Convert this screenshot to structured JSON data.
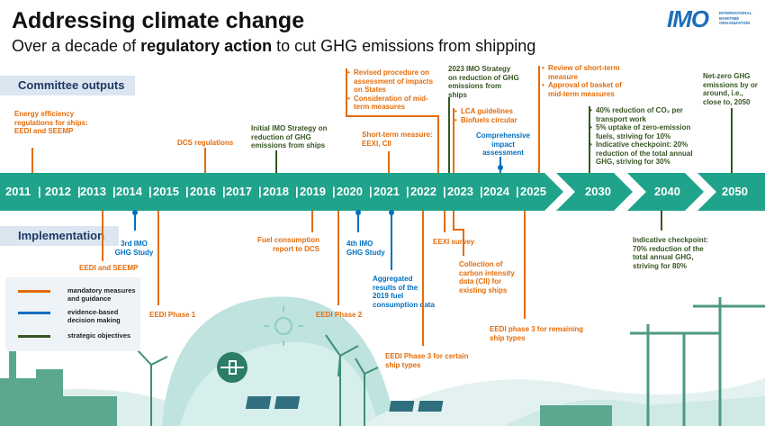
{
  "header": {
    "title": "Addressing climate change",
    "subtitle_pre": "Over a decade of ",
    "subtitle_bold": "regulatory action",
    "subtitle_post": " to cut GHG emissions from shipping"
  },
  "logo": {
    "text": "IMO",
    "org_lines": [
      "INTERNATIONAL",
      "MARITIME",
      "ORGANIZATION"
    ]
  },
  "sections": {
    "committee": "Committee outputs",
    "implementation": "Implementation"
  },
  "timeline": {
    "years": [
      "2011",
      "2012",
      "2013",
      "2014",
      "2015",
      "2016",
      "2017",
      "2018",
      "2019",
      "2020",
      "2021",
      "2022",
      "2023",
      "2024",
      "2025"
    ],
    "milestones": [
      "2030",
      "2040",
      "2050"
    ]
  },
  "committee_outputs": {
    "eedi_seemp": "Energy efficiency regulations for ships: EEDI and SEEMP",
    "dcs": "DCS regulations",
    "initial_strategy": "Initial IMO Strategy on reduction of GHG emissions from ships",
    "short_term": "Short-term measure: EEXI, CII",
    "revised_procedure": "Revised procedure on assessment of impacts on States",
    "mid_term": "Consideration of mid-term measures",
    "strategy_2023": "2023 IMO Strategy on reduction of GHG emissions from ships",
    "lca": "LCA guidelines",
    "biofuels": "Biofuels circular",
    "comprehensive": "Comprehensive impact assessment",
    "review_short": "Review of short-term measure",
    "approval_basket": "Approval of basket of mid-term measures",
    "goal_2030_a": "40% reduction of CO₂ per transport work",
    "goal_2030_b": "5% uptake of zero-emission fuels, striving for 10%",
    "goal_2030_c": "Indicative checkpoint: 20% reduction of the total annual GHG, striving for 30%",
    "net_zero": "Net-zero GHG emissions by or around, i.e., close to, 2050"
  },
  "implementation": {
    "eedi_seemp": "EEDI and SEEMP",
    "ghg3": "3rd IMO GHG Study",
    "eedi1": "EEDI Phase 1",
    "fuel_report": "Fuel consumption report to DCS",
    "eedi2": "EEDI Phase 2",
    "ghg4": "4th IMO GHG Study",
    "aggregated": "Aggregated results of the 2019 fuel consumption data",
    "eedi3_certain": "EEDI Phase 3 for certain ship types",
    "eexi": "EEXI survey",
    "cii_collection": "Collection of carbon intensity data (CII) for existing ships",
    "eedi3_remaining": "EEDI phase 3 for remaining ship types",
    "checkpoint_2040": "Indicative checkpoint: 70% reduction of the total annual GHG, striving for 80%"
  },
  "legend": [
    {
      "label": "mandatory measures and guidance",
      "color": "#e46c0a"
    },
    {
      "label": "evidence-based decision making",
      "color": "#0070c0"
    },
    {
      "label": "strategic objectives",
      "color": "#375623"
    }
  ],
  "colors": {
    "band": "#1fa38a",
    "orange": "#e46c0a",
    "blue": "#0070c0",
    "green": "#375623",
    "tag_bg": "#dbe6f1"
  }
}
